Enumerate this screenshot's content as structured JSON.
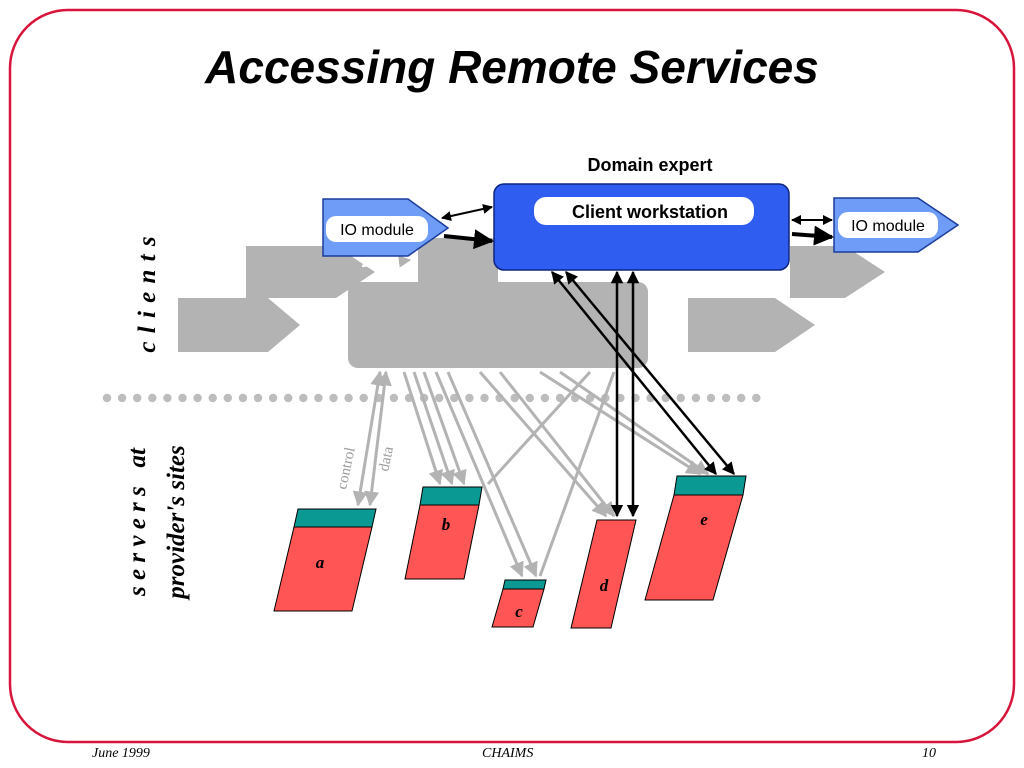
{
  "slide": {
    "title": "Accessing Remote Services",
    "frame_color": "#d8143a"
  },
  "diagram": {
    "domain_expert": "Domain expert",
    "client_workstation": "Client workstation",
    "io_module_left": "IO module",
    "io_module_right": "IO module",
    "clients_label": "c l i e n t s",
    "servers_label": "s e r v e r s   at",
    "sites_label": "provider's sites",
    "control_label": "control",
    "data_label": "data",
    "servers": [
      {
        "id": "a"
      },
      {
        "id": "b"
      },
      {
        "id": "c"
      },
      {
        "id": "d"
      },
      {
        "id": "e"
      }
    ],
    "colors": {
      "workstation_fill": "#2e5df0",
      "io_fill": "#6f9cf6",
      "ghost": "#b3b3b3",
      "server_fill": "#ff5555",
      "server_cap": "#0b9a93",
      "divider": "#bdbdbd"
    }
  },
  "footer": {
    "date": "June 1999",
    "center": "CHAIMS",
    "page": "10"
  }
}
